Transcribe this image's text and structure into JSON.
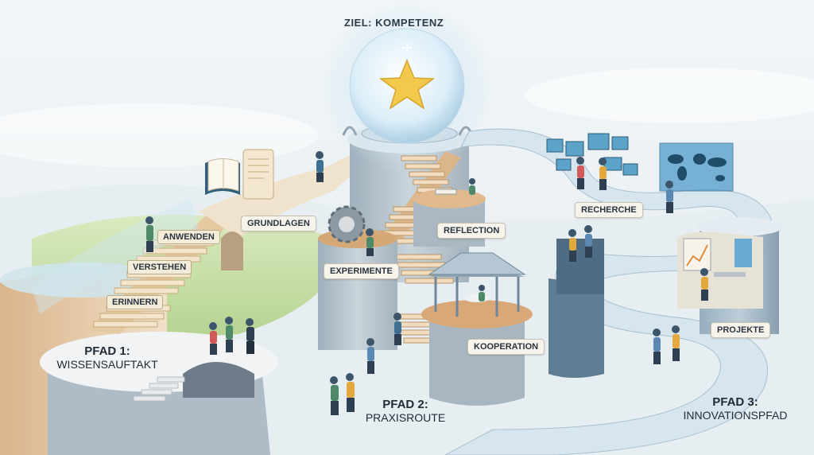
{
  "goal": {
    "label": "ZIEL: KOMPETENZ"
  },
  "paths": [
    {
      "line1": "PFAD 1:",
      "line2": "WISSENSAUFTAKT"
    },
    {
      "line1": "PFAD 2:",
      "line2": "PRAXISROUTE"
    },
    {
      "line1": "PFAD 3:",
      "line2": "INNOVATIONSPFAD"
    }
  ],
  "steps": {
    "erinnern": "ERINNERN",
    "verstehen": "VERSTEHEN",
    "anwenden": "ANWENDEN",
    "grundlagen": "GRUNDLAGEN"
  },
  "stations": {
    "experimente": "EXPERIMENTE",
    "reflection": "REFLECTION",
    "kooperation": "KOOPERATION",
    "recherche": "RECHERCHE",
    "projekte": "PROJEKTE"
  },
  "colors": {
    "sky": "#eaf1f5",
    "path_light": "#e9ecef",
    "tower": "#b9c6cf",
    "wood": "#d9a878",
    "green": "#bcd98f",
    "accent_blue": "#7fb6d8",
    "star": "#f2c94c"
  }
}
